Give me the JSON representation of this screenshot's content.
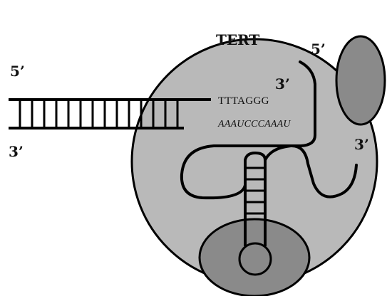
{
  "diagram": {
    "protein_label": "TERT",
    "dna": {
      "top_strand_5_label": "5’",
      "bottom_strand_3_label": "3’",
      "overhang_3_label": "3’",
      "overhang_sequence": "TTTAGGG"
    },
    "rna": {
      "template_sequence": "AAAUCCCAAAU",
      "end_5_label": "5’",
      "end_3_label": "3’"
    },
    "colors": {
      "protein_fill": "#b9b9b9",
      "subunit_fill": "#8a8a8a",
      "stroke": "#000000"
    }
  }
}
